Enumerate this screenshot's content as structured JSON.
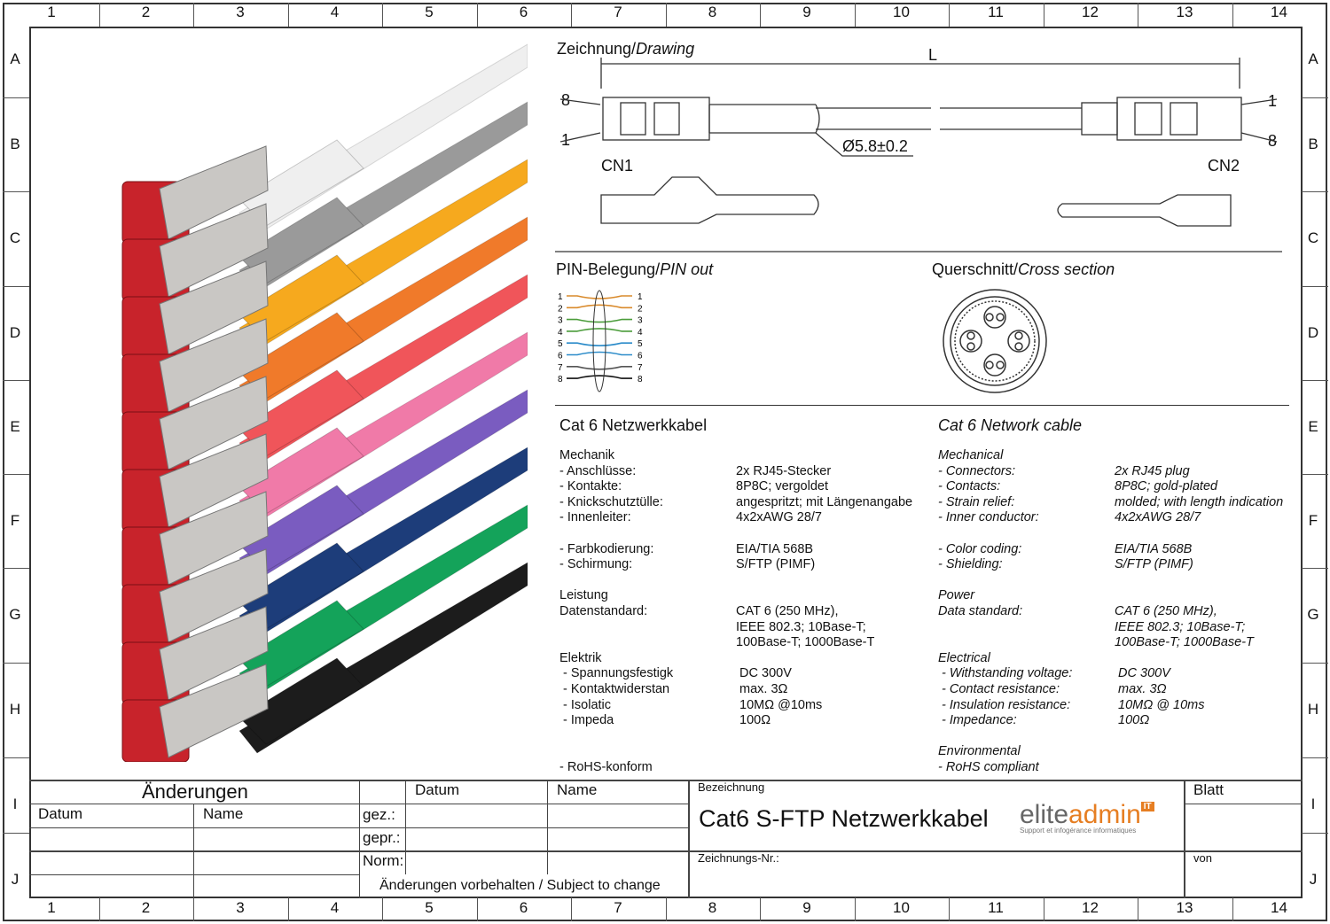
{
  "ruler": {
    "columns": [
      "1",
      "2",
      "3",
      "4",
      "5",
      "6",
      "7",
      "8",
      "9",
      "10",
      "11",
      "12",
      "13",
      "14"
    ],
    "rows": [
      "A",
      "B",
      "C",
      "D",
      "E",
      "F",
      "G",
      "H",
      "I",
      "J"
    ]
  },
  "cable_colors": [
    "#efefef",
    "#9a9a9a",
    "#f6a91e",
    "#f07a2a",
    "#f0555a",
    "#f07aa8",
    "#7a5cc0",
    "#1d3d7a",
    "#14a35a",
    "#1c1c1c"
  ],
  "connector_color": "#c8232b",
  "drawing": {
    "title_de": "Zeichnung/",
    "title_en": "Drawing",
    "length_label": "L",
    "diameter": "Ø5.8±0.2",
    "pin8_left": "8",
    "pin1_left": "1",
    "pin1_right": "1",
    "pin8_right": "8",
    "cn1": "CN1",
    "cn2": "CN2"
  },
  "pinout": {
    "title_de": "PIN-Belegung/",
    "title_en": "PIN out",
    "pins": [
      "1",
      "2",
      "3",
      "4",
      "5",
      "6",
      "7",
      "8"
    ]
  },
  "cross_section": {
    "title_de": "Querschnitt/",
    "title_en": "Cross section"
  },
  "spec_de": {
    "title": "Cat 6 Netzwerkkabel",
    "rows": [
      [
        "Mechanik",
        ""
      ],
      [
        "- Anschlüsse:",
        "2x RJ45-Stecker"
      ],
      [
        "- Kontakte:",
        "8P8C; vergoldet"
      ],
      [
        "- Knickschutztülle:",
        "angespritzt; mit Längenangabe"
      ],
      [
        "- Innenleiter:",
        "4x2xAWG 28/7"
      ],
      [
        "",
        ""
      ],
      [
        "- Farbkodierung:",
        "EIA/TIA 568B"
      ],
      [
        "- Schirmung:",
        "S/FTP (PIMF)"
      ],
      [
        "",
        ""
      ],
      [
        "Leistung",
        ""
      ],
      [
        "Datenstandard:",
        "CAT 6 (250 MHz),"
      ],
      [
        "",
        "IEEE 802.3; 10Base-T;"
      ],
      [
        "",
        "100Base-T; 1000Base-T"
      ],
      [
        "Elektrik",
        ""
      ],
      [
        " - Spannungsfestigk",
        " DC 300V"
      ],
      [
        " - Kontaktwiderstan",
        " max. 3Ω"
      ],
      [
        " - Isolatic",
        " 10MΩ @10ms"
      ],
      [
        " - Impeda",
        " 100Ω"
      ],
      [
        "",
        ""
      ],
      [
        "",
        ""
      ],
      [
        "- RoHS-konform",
        ""
      ]
    ]
  },
  "spec_en": {
    "title": "Cat 6 Network cable",
    "rows": [
      [
        "Mechanical",
        ""
      ],
      [
        "- Connectors:",
        "2x RJ45 plug"
      ],
      [
        "- Contacts:",
        "8P8C; gold-plated"
      ],
      [
        "- Strain relief:",
        "molded; with length indication"
      ],
      [
        "- Inner conductor:",
        "4x2xAWG 28/7"
      ],
      [
        "",
        ""
      ],
      [
        "- Color coding:",
        "EIA/TIA 568B"
      ],
      [
        "- Shielding:",
        "S/FTP (PIMF)"
      ],
      [
        "",
        ""
      ],
      [
        "Power",
        ""
      ],
      [
        "Data standard:",
        "CAT 6 (250 MHz),"
      ],
      [
        "",
        "IEEE 802.3; 10Base-T;"
      ],
      [
        "",
        "100Base-T; 1000Base-T"
      ],
      [
        "Electrical",
        ""
      ],
      [
        " - Withstanding voltage:",
        " DC 300V"
      ],
      [
        " - Contact resistance:",
        " max. 3Ω"
      ],
      [
        " - Insulation resistance:",
        " 10MΩ @ 10ms"
      ],
      [
        " - Impedance:",
        " 100Ω"
      ],
      [
        "",
        ""
      ],
      [
        "Environmental",
        ""
      ],
      [
        "- RoHS compliant",
        ""
      ]
    ]
  },
  "title_block": {
    "changes": "Änderungen",
    "date": "Datum",
    "name": "Name",
    "date2": "Datum",
    "name2": "Name",
    "drawn": "gez.:",
    "checked": "gepr.:",
    "norm": "Norm:",
    "subject": "Änderungen vorbehalten / Subject to change",
    "designation_label": "Bezeichnung",
    "designation": "Cat6 S-FTP Netzwerkkabel",
    "drawing_no": "Zeichnungs-Nr.:",
    "sheet": "Blatt",
    "of": "von"
  },
  "logo": {
    "part1": "elite",
    "part2": "admin",
    "badge": "IT",
    "tagline": "Support et infogérance informatiques",
    "color": "#e67e22"
  }
}
